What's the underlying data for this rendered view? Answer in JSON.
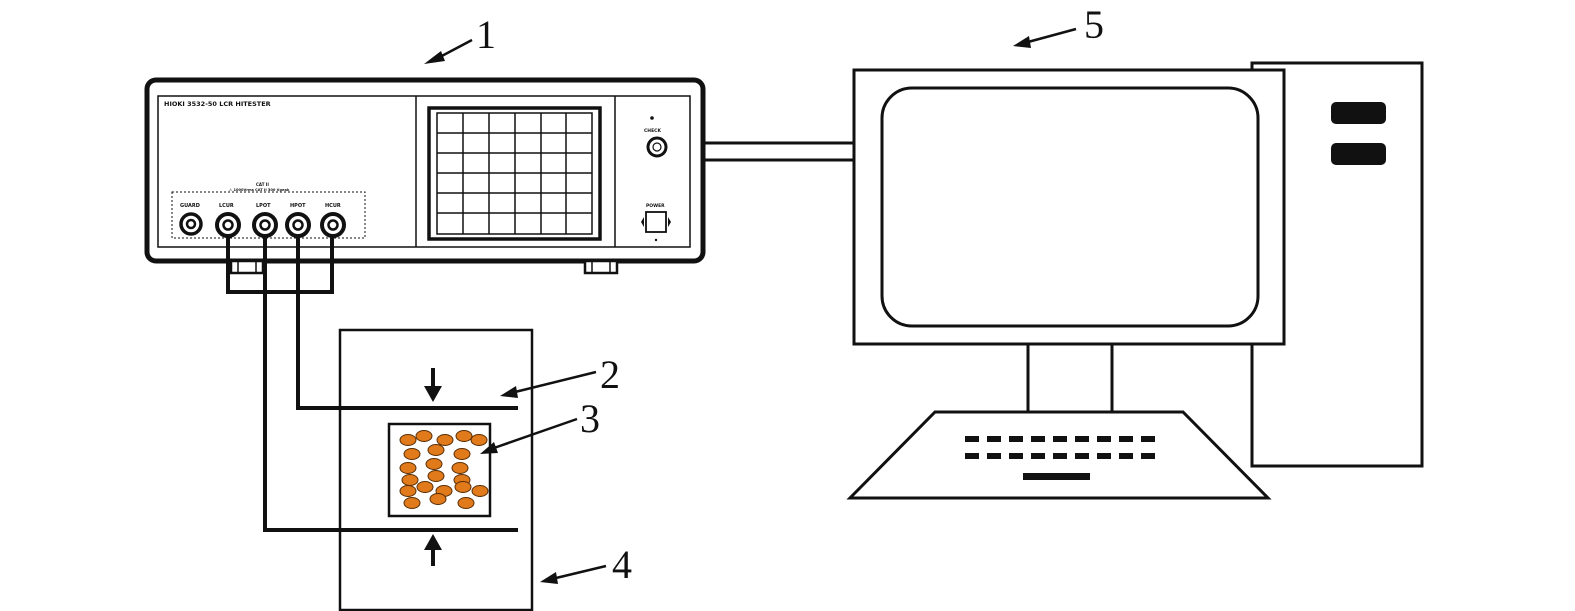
{
  "callouts": {
    "c1": "1",
    "c2": "2",
    "c3": "3",
    "c4": "4",
    "c5": "5"
  },
  "lcr_meter": {
    "model_label": "HIOKI 3532-50 LCR HITESTER",
    "terminal_group_label": "CAT II",
    "terminal_group_note": "⚠ 1000Vrms CAT II 300 Vpeak",
    "terminals": [
      "GUARD",
      "LCUR",
      "LPOT",
      "HPOT",
      "HCUR"
    ],
    "ch_label": "CHECK",
    "power_label": "POWER"
  },
  "colors": {
    "line": "#111111",
    "particle": "#e07a1a",
    "particle_outline": "#5a2e05",
    "device_fill": "#ffffff"
  }
}
